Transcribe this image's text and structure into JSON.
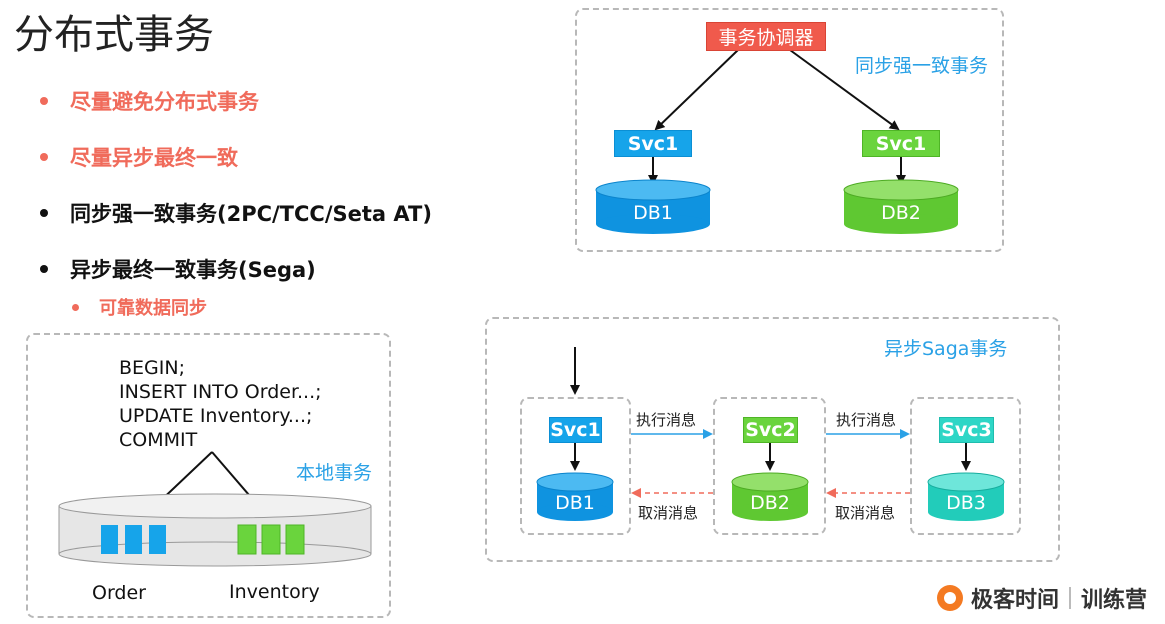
{
  "title": "分布式事务",
  "bullets": [
    {
      "text": "尽量避免分布式事务",
      "color": "#f06b5b"
    },
    {
      "text": "尽量异步最终一致",
      "color": "#f06b5b"
    },
    {
      "text": "同步强一致事务(2PC/TCC/Seta AT)",
      "color": "#111111"
    },
    {
      "text": "异步最终一致事务(Sega)",
      "color": "#111111"
    }
  ],
  "sub_bullet": "可靠数据同步",
  "sync_panel": {
    "label": "同步强一致事务",
    "coordinator": "事务协调器",
    "svc_left": "Svc1",
    "svc_right": "Svc1",
    "db_left": "DB1",
    "db_right": "DB2"
  },
  "local_panel": {
    "label": "本地事务",
    "code": [
      "BEGIN;",
      "INSERT INTO Order...;",
      "UPDATE Inventory...;",
      "COMMIT"
    ],
    "order_label": "Order",
    "inventory_label": "Inventory"
  },
  "saga_panel": {
    "label": "异步Saga事务",
    "services": [
      "Svc1",
      "Svc2",
      "Svc3"
    ],
    "dbs": [
      "DB1",
      "DB2",
      "DB3"
    ],
    "exec_msg": "执行消息",
    "cancel_msg": "取消消息"
  },
  "brand": {
    "name": "极客时间",
    "product": "训练营"
  },
  "colors": {
    "accent_red": "#f06b5b",
    "blue": "#16a4ea",
    "green": "#6ad43d",
    "cyan": "#2ed6c6",
    "coordinator": "#f05a4c"
  }
}
